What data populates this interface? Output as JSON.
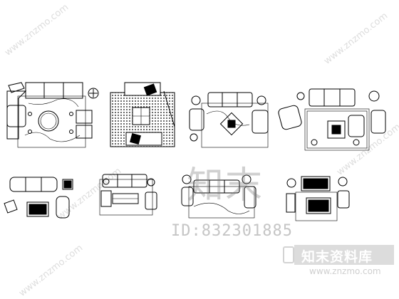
{
  "watermarks": {
    "site_url": "www.znzmo.com",
    "big_logo_text": "知末",
    "id_label": "ID:832301885",
    "brand_name": "知末资料库",
    "brand_url": "www.znzmo.com"
  },
  "legend_symbols": [
    "table-lamp-icon",
    "plant-icon",
    "rug-pattern"
  ]
}
